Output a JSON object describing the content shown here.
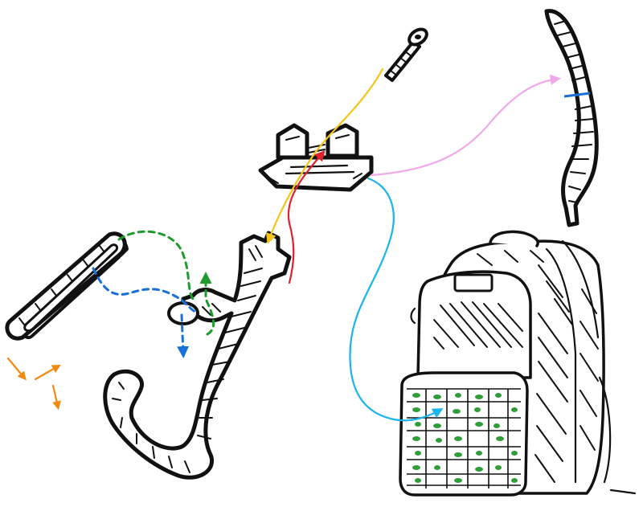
{
  "colors": {
    "ink": "#111111",
    "yellow": "#f5c518",
    "red": "#e0202a",
    "pink": "#f0a8e8",
    "cyan": "#19b4e8",
    "green": "#1e9a2e",
    "blue": "#1a6fd6",
    "orange": "#f28a12",
    "webbing_green": "#2f9e3a"
  },
  "parts": [
    {
      "id": "screw",
      "icon": "screw-icon"
    },
    {
      "id": "mount-clip",
      "icon": "mount-clip-icon"
    },
    {
      "id": "shoulder-strap",
      "icon": "strap-icon"
    },
    {
      "id": "hook-clip",
      "icon": "hook-icon"
    },
    {
      "id": "loop-buckle",
      "icon": "buckle-icon"
    },
    {
      "id": "backpack",
      "icon": "backpack-icon"
    }
  ],
  "connections": [
    {
      "from": "screw",
      "to": "hook-clip",
      "color": "yellow"
    },
    {
      "from": "hook-clip",
      "to": "mount-clip",
      "color": "red"
    },
    {
      "from": "mount-clip",
      "to": "shoulder-strap",
      "color": "pink"
    },
    {
      "from": "mount-clip",
      "to": "backpack",
      "color": "cyan"
    },
    {
      "from": "loop-buckle",
      "to": "hook-clip",
      "color": "green",
      "style": "dashed"
    },
    {
      "from": "loop-buckle",
      "to": "hook-clip",
      "color": "blue",
      "style": "dashed"
    },
    {
      "from": "loop-buckle",
      "to": "loop-buckle",
      "color": "orange",
      "style": "motion"
    }
  ]
}
